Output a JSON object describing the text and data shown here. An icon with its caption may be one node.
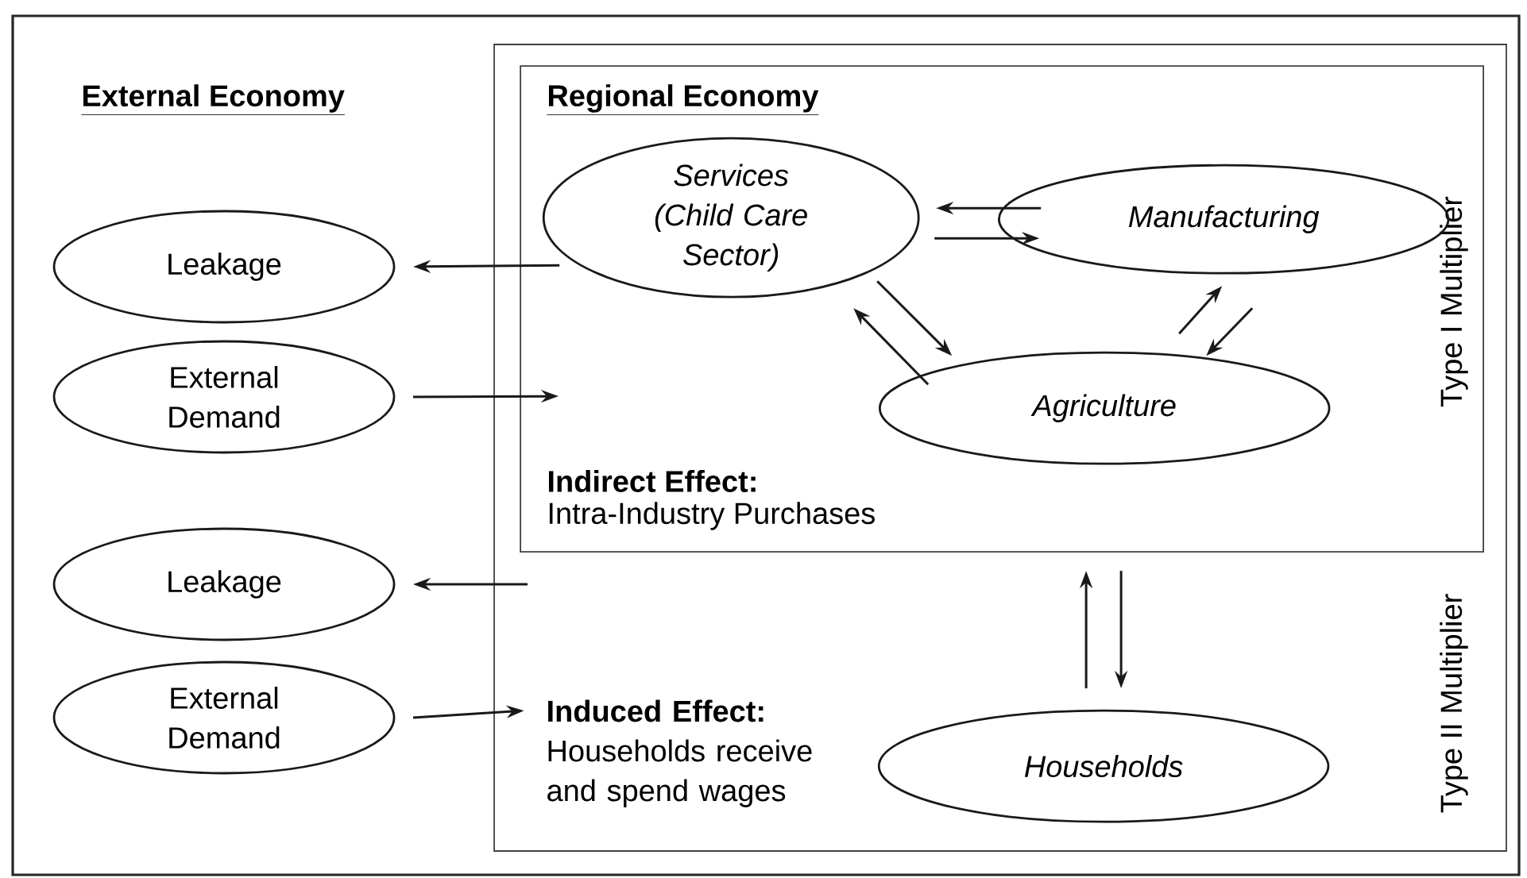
{
  "diagram": {
    "nodes": [
      {
        "text": [
          "Type II Multiplier"
        ]
      },
      {
        "text": [
          "Regional Economy",
          "Indirect Effect:",
          "Intra-Industry Purchases",
          "Type I Multiplier"
        ],
        "in": 0
      },
      {
        "text": [
          "Services (Child Care Sector)"
        ],
        "in": 1
      },
      {
        "text": [
          "Manufacturing"
        ],
        "in": 1
      },
      {
        "text": [
          "Agriculture"
        ],
        "in": 1
      },
      {
        "text": [
          "Induced Effect:",
          "Households receive and spend wages"
        ],
        "in": 0
      },
      {
        "text": [
          "Households"
        ],
        "in": 0
      },
      {
        "text": [
          "Leakage"
        ]
      },
      {
        "text": [
          "External Demand"
        ]
      },
      {
        "text": [
          "Leakage"
        ]
      },
      {
        "text": [
          "External Demand"
        ]
      }
    ],
    "edges": [
      {
        "from": 2,
        "to": 7,
        "arrow": "to"
      },
      {
        "from": 8,
        "to": 1,
        "arrow": "to"
      },
      {
        "from": 3,
        "to": 2,
        "arrow": "to"
      },
      {
        "from": 2,
        "to": 3,
        "arrow": "to"
      },
      {
        "from": 2,
        "to": 4,
        "arrow": "to"
      },
      {
        "from": 4,
        "to": 2,
        "arrow": "to"
      },
      {
        "from": 4,
        "to": 3,
        "arrow": "to"
      },
      {
        "from": 3,
        "to": 4,
        "arrow": "to"
      },
      {
        "from": 0,
        "to": 9,
        "arrow": "to"
      },
      {
        "from": 10,
        "to": 5,
        "arrow": "to"
      },
      {
        "from": 6,
        "to": 1,
        "arrow": "to"
      },
      {
        "from": 1,
        "to": 6,
        "arrow": "to"
      }
    ],
    "labels": [
      "External Economy"
    ]
  }
}
